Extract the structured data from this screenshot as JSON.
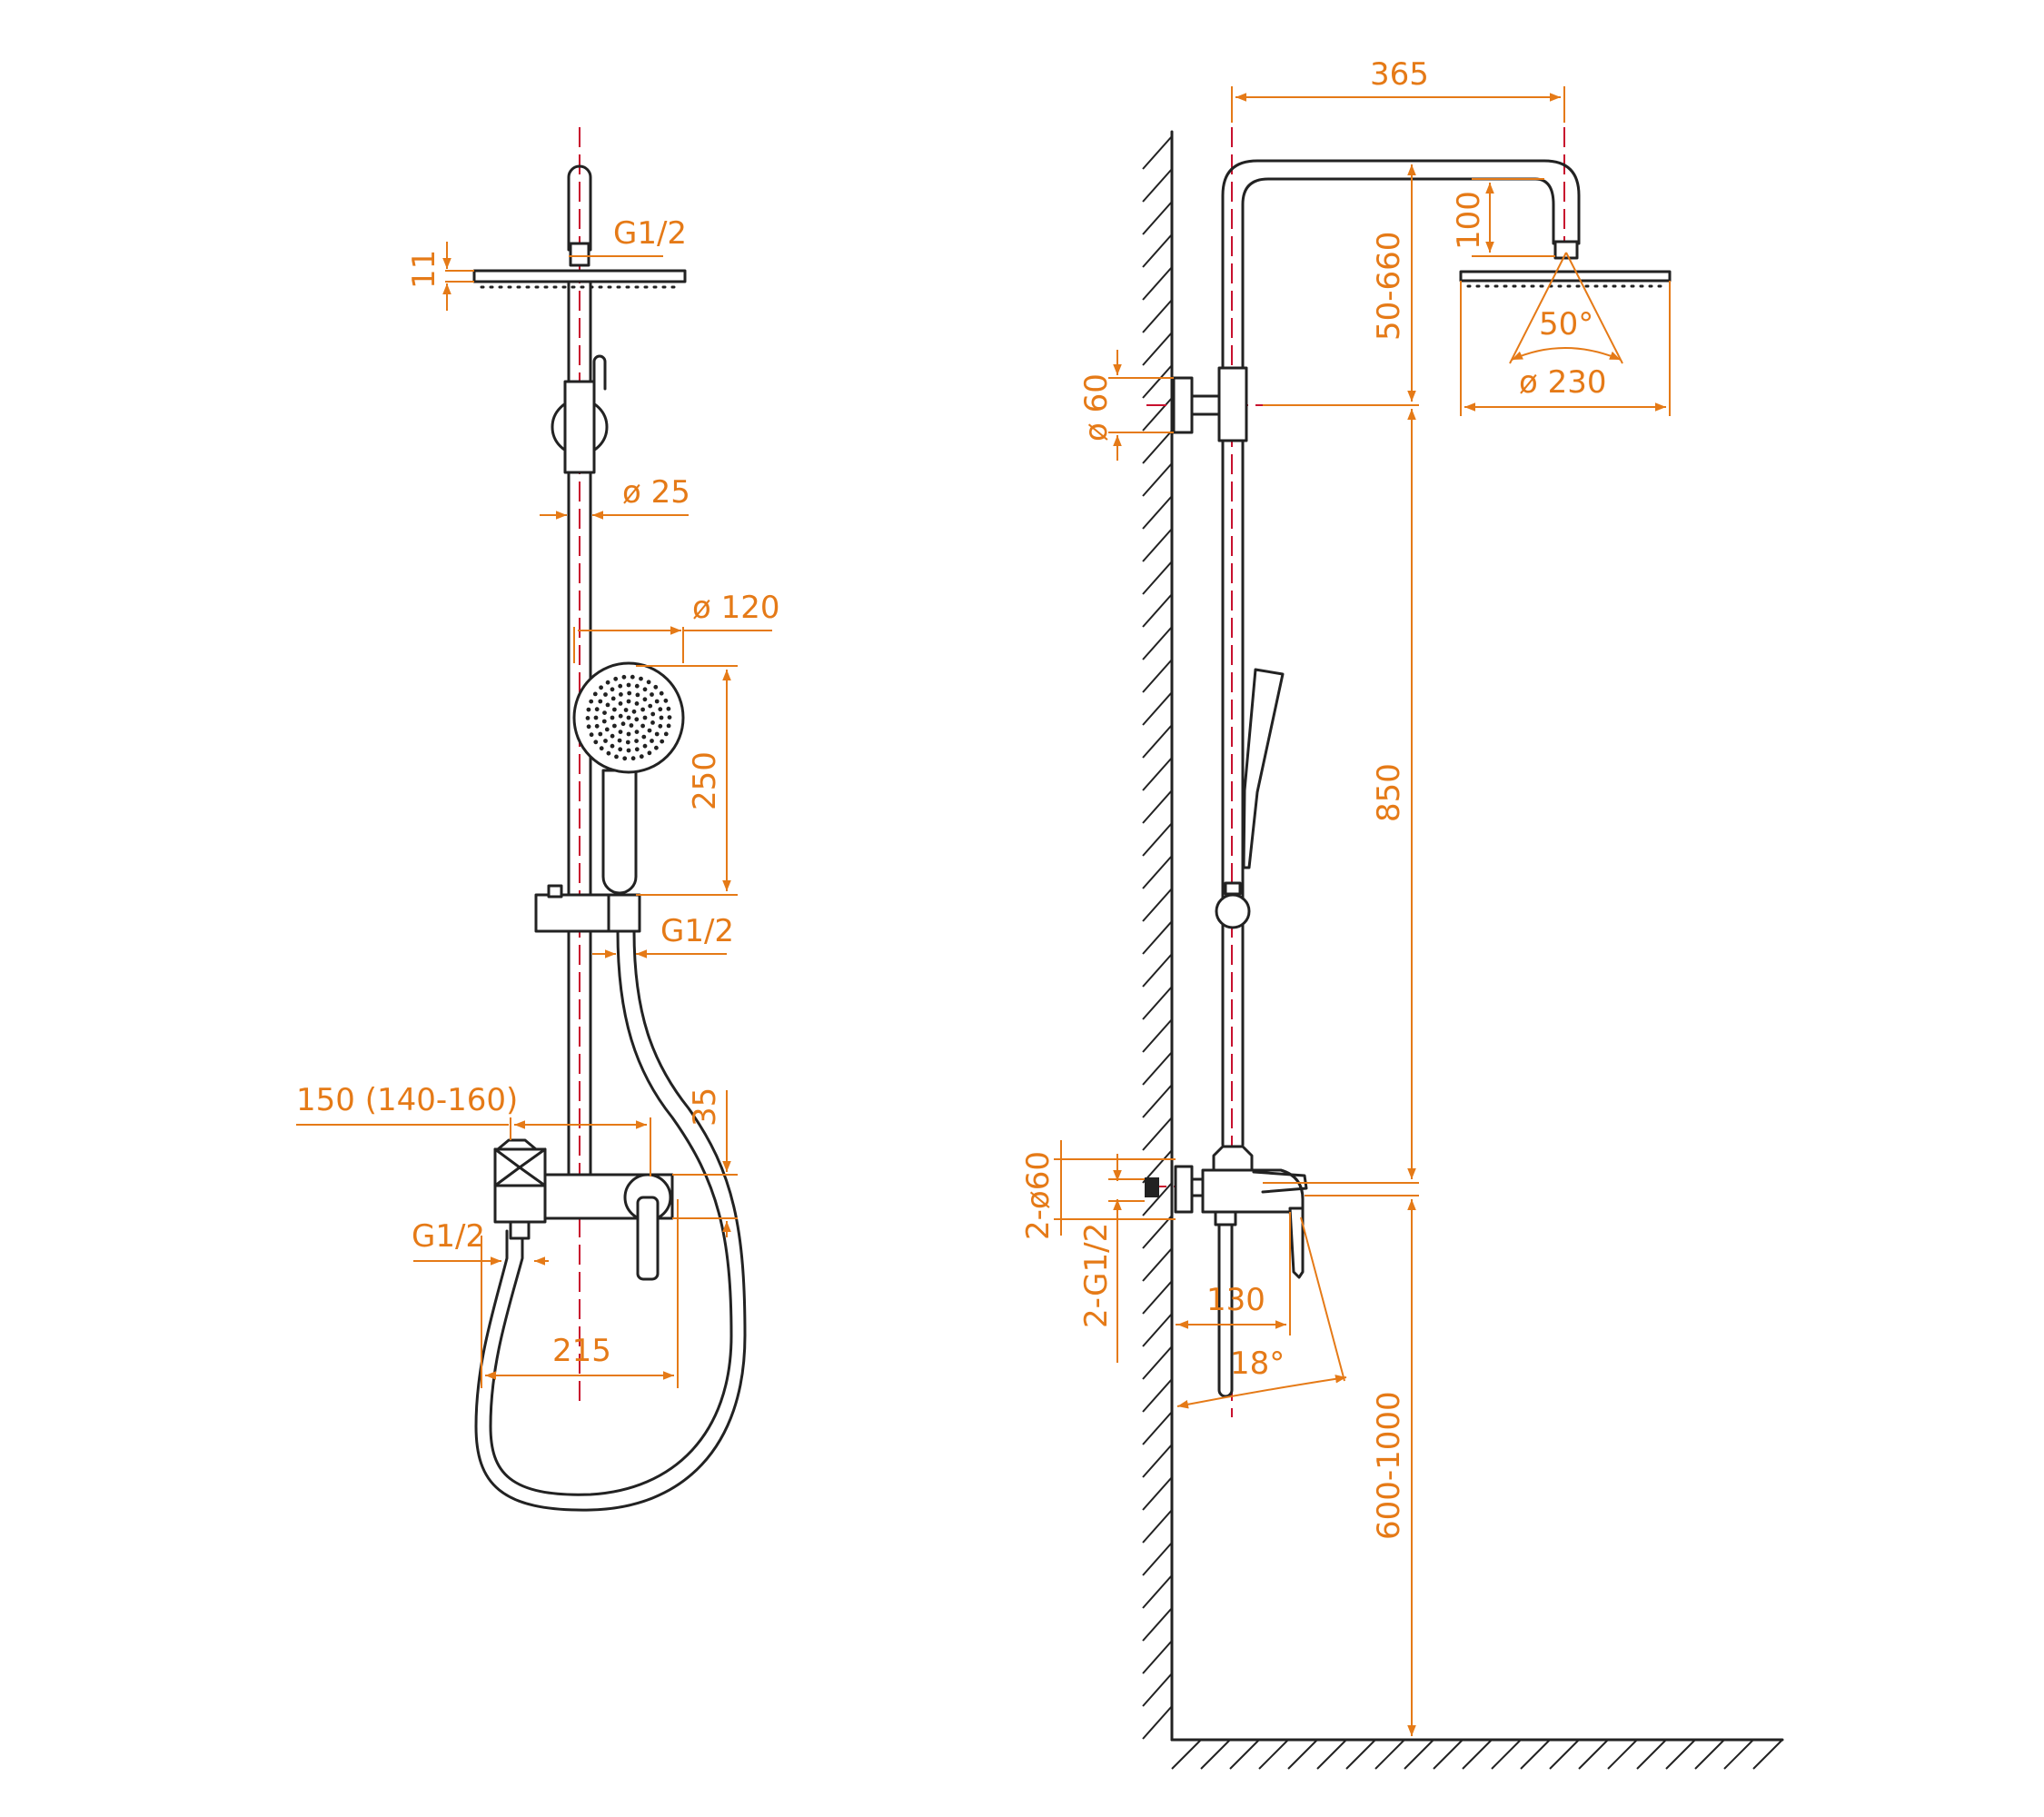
{
  "front_view": {
    "dimensions": {
      "head_connection": "G1/2",
      "head_thickness": "11",
      "rail_diameter": "ø 25",
      "hand_shower_diameter": "ø 120",
      "hand_shower_length": "250",
      "holder_connection": "G1/2",
      "center_distance": "150 (140-160)",
      "mixer_height": "35",
      "inlet_connection": "G1/2",
      "mixer_width": "215"
    }
  },
  "side_view": {
    "dimensions": {
      "arm_reach": "365",
      "head_drop": "100",
      "height_adjust": "50-660",
      "spray_angle": "50°",
      "head_diameter": "ø 230",
      "bracket_diameter": "ø 60",
      "rail_length": "850",
      "flange_diameter": "2-ø60",
      "inlet_connection": "2-G1/2",
      "spout_projection": "130",
      "lever_angle": "18°",
      "mount_height": "600-1000"
    }
  },
  "colors": {
    "outline": "#222222",
    "dimension": "#e57a17",
    "axis": "#c8102e"
  }
}
